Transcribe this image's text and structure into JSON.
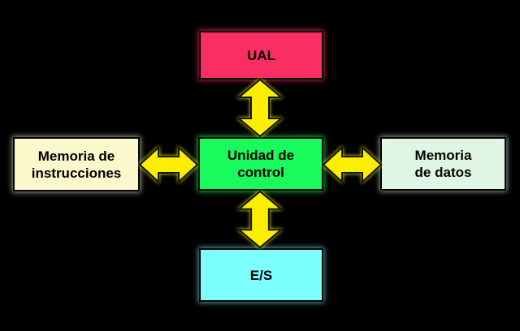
{
  "diagram": {
    "background_color": "#000000",
    "arrow_color": "#FCEE00",
    "boxes": {
      "ual": {
        "label": "UAL",
        "fill": "#FB2E63"
      },
      "memoria_instrucciones": {
        "line1": "Memoria de",
        "line2": "instrucciones",
        "fill": "#FBF8CC"
      },
      "unidad_control": {
        "line1": "Unidad de",
        "line2": "control",
        "fill": "#19FA5C"
      },
      "memoria_datos": {
        "line1": "Memoria",
        "line2": "de datos",
        "fill": "#DFF6E4"
      },
      "es": {
        "label": "E/S",
        "fill": "#7DFFFF"
      }
    },
    "connections": [
      {
        "from": "unidad_control",
        "to": "ual",
        "type": "bidirectional-arrow"
      },
      {
        "from": "unidad_control",
        "to": "memoria_instrucciones",
        "type": "bidirectional-arrow"
      },
      {
        "from": "unidad_control",
        "to": "memoria_datos",
        "type": "bidirectional-arrow"
      },
      {
        "from": "unidad_control",
        "to": "es",
        "type": "bidirectional-arrow"
      }
    ]
  }
}
